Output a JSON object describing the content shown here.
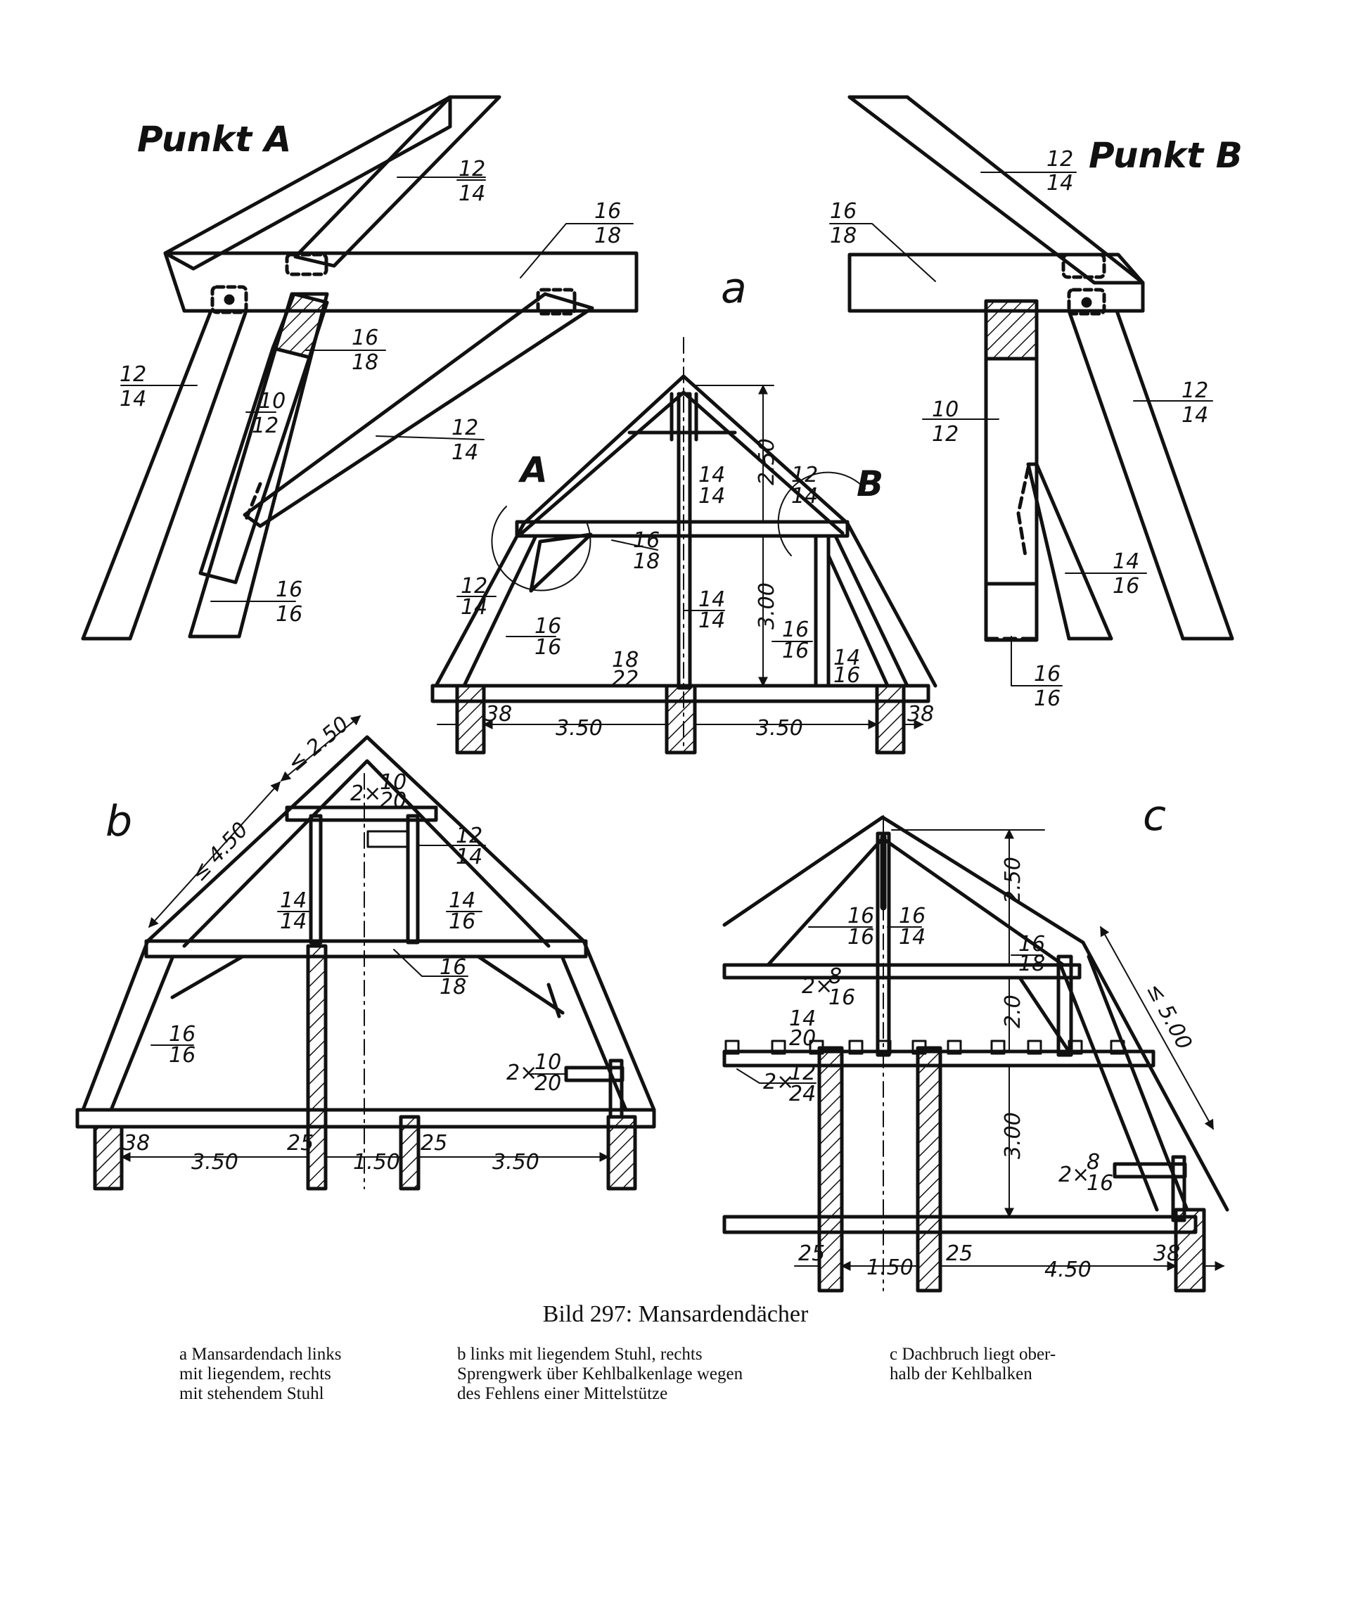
{
  "details": {
    "a_label": "Punkt A",
    "b_label": "Punkt B",
    "a_dims": {
      "rafter": [
        "12",
        "14"
      ],
      "tiebeam": [
        "16",
        "18"
      ],
      "strut_left": [
        "12",
        "14"
      ],
      "purlin": [
        "16",
        "18"
      ],
      "post": [
        "10",
        "12"
      ],
      "brace": [
        "12",
        "14"
      ],
      "bottom": [
        "16",
        "16"
      ]
    },
    "b_dims": {
      "rafter": [
        "12",
        "14"
      ],
      "tiebeam": [
        "16",
        "18"
      ],
      "post": [
        "10",
        "12"
      ],
      "right": [
        "12",
        "14"
      ],
      "brace": [
        "14",
        "16"
      ],
      "bottom": [
        "16",
        "16"
      ]
    }
  },
  "figures": {
    "a": {
      "letter": "a",
      "point_a": "A",
      "point_b": "B",
      "h_top": "2.50",
      "h_bottom": "3.00",
      "rafter": [
        "12",
        "14"
      ],
      "king_upper": [
        "14",
        "14"
      ],
      "collar": [
        "16",
        "18"
      ],
      "strut": [
        "12",
        "14"
      ],
      "leg": [
        "16",
        "16"
      ],
      "king_lower": [
        "14",
        "14"
      ],
      "right_post": [
        "16",
        "16"
      ],
      "right_brace": [
        "14",
        "16"
      ],
      "floor": [
        "18",
        "22"
      ],
      "w1": "3.50",
      "w2": "3.50",
      "wall_l": "38",
      "wall_r": "38"
    },
    "b": {
      "letter": "b",
      "top_dim": "≤ 2.50",
      "slope_dim": "≤ 4.50",
      "collar_pair": "2×",
      "collar_pair_sect": [
        "10",
        "20"
      ],
      "rafter": [
        "12",
        "14"
      ],
      "post_l": [
        "14",
        "14"
      ],
      "strut_r": [
        "14",
        "16"
      ],
      "beam": [
        "16",
        "18"
      ],
      "leg": [
        "16",
        "16"
      ],
      "side_pair": "2×",
      "side_pair_sect": [
        "10",
        "20"
      ],
      "w1": "3.50",
      "w_mid": "1.50",
      "w2": "3.50",
      "wall_l": "38",
      "wall_c1": "25",
      "wall_c2": "25"
    },
    "c": {
      "letter": "c",
      "h_top": "2.50",
      "h_mid": "2.0",
      "h_bottom": "3.00",
      "slope_dim": "≤ 5.00",
      "strut_l": [
        "16",
        "16"
      ],
      "king": [
        "16",
        "14"
      ],
      "collar_r": [
        "16",
        "18"
      ],
      "collar_pair": "2×",
      "collar_pair_sect": [
        "8",
        "16"
      ],
      "purlin": [
        "14",
        "20"
      ],
      "tie_pair": "2×",
      "tie_pair_sect": [
        "12",
        "24"
      ],
      "side_pair": "2×",
      "side_pair_sect": [
        "8",
        "16"
      ],
      "wall_l": "25",
      "w_mid": "1.50",
      "wall_c": "25",
      "w2": "4.50",
      "wall_r": "38"
    }
  },
  "caption": {
    "title": "Bild 297: Mansardendächer",
    "a": "a Mansardendach links\nmit liegendem, rechts\nmit stehendem Stuhl",
    "b": "b links mit liegendem Stuhl, rechts\nSprengwerk über Kehlbalkenlage wegen\ndes Fehlens einer Mittelstütze",
    "c": "c Dachbruch liegt ober-\nhalb der Kehlbalken"
  }
}
